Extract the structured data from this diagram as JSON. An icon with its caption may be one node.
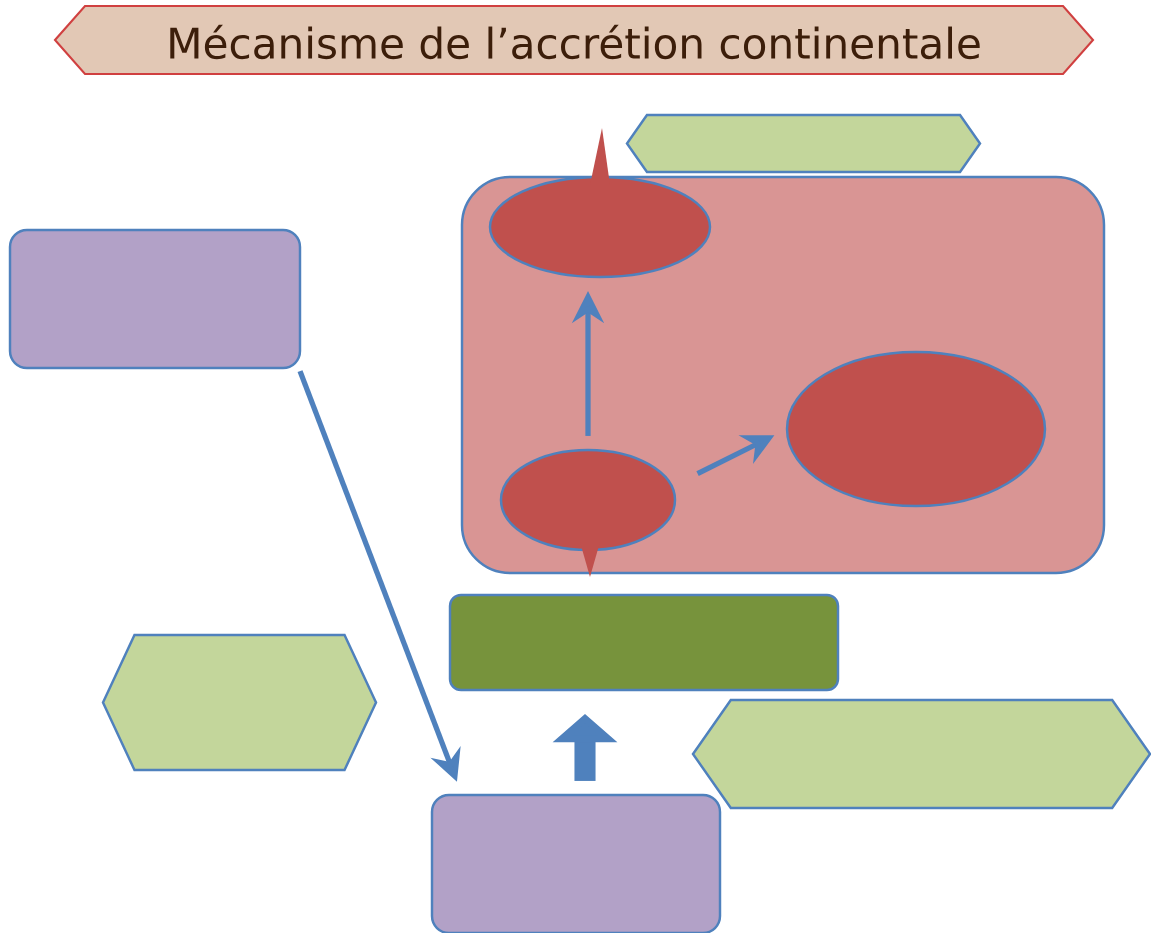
{
  "diagram": {
    "title": "Mécanisme de l’accrétion continentale",
    "nodes": [
      {
        "text": [],
        "shape": "hexagon"
      },
      {
        "text": [],
        "shape": "box"
      },
      {
        "text": [],
        "shape": "ellipse",
        "in": 1
      },
      {
        "text": [],
        "shape": "ellipse",
        "in": 1
      },
      {
        "text": [],
        "shape": "ellipse",
        "in": 1
      },
      {
        "text": [],
        "shape": "box"
      },
      {
        "text": [],
        "shape": "box"
      },
      {
        "text": [],
        "shape": "hexagon"
      },
      {
        "text": [],
        "shape": "hexagon"
      },
      {
        "text": [],
        "shape": "box"
      }
    ],
    "edges": [
      {
        "from": 4,
        "to": 2,
        "arrow": "to"
      },
      {
        "from": 4,
        "to": 3,
        "arrow": "to"
      },
      {
        "from": 5,
        "to": 9,
        "arrow": "to"
      },
      {
        "from": 9,
        "to": 6,
        "arrow": "to",
        "style": "thick"
      }
    ]
  }
}
